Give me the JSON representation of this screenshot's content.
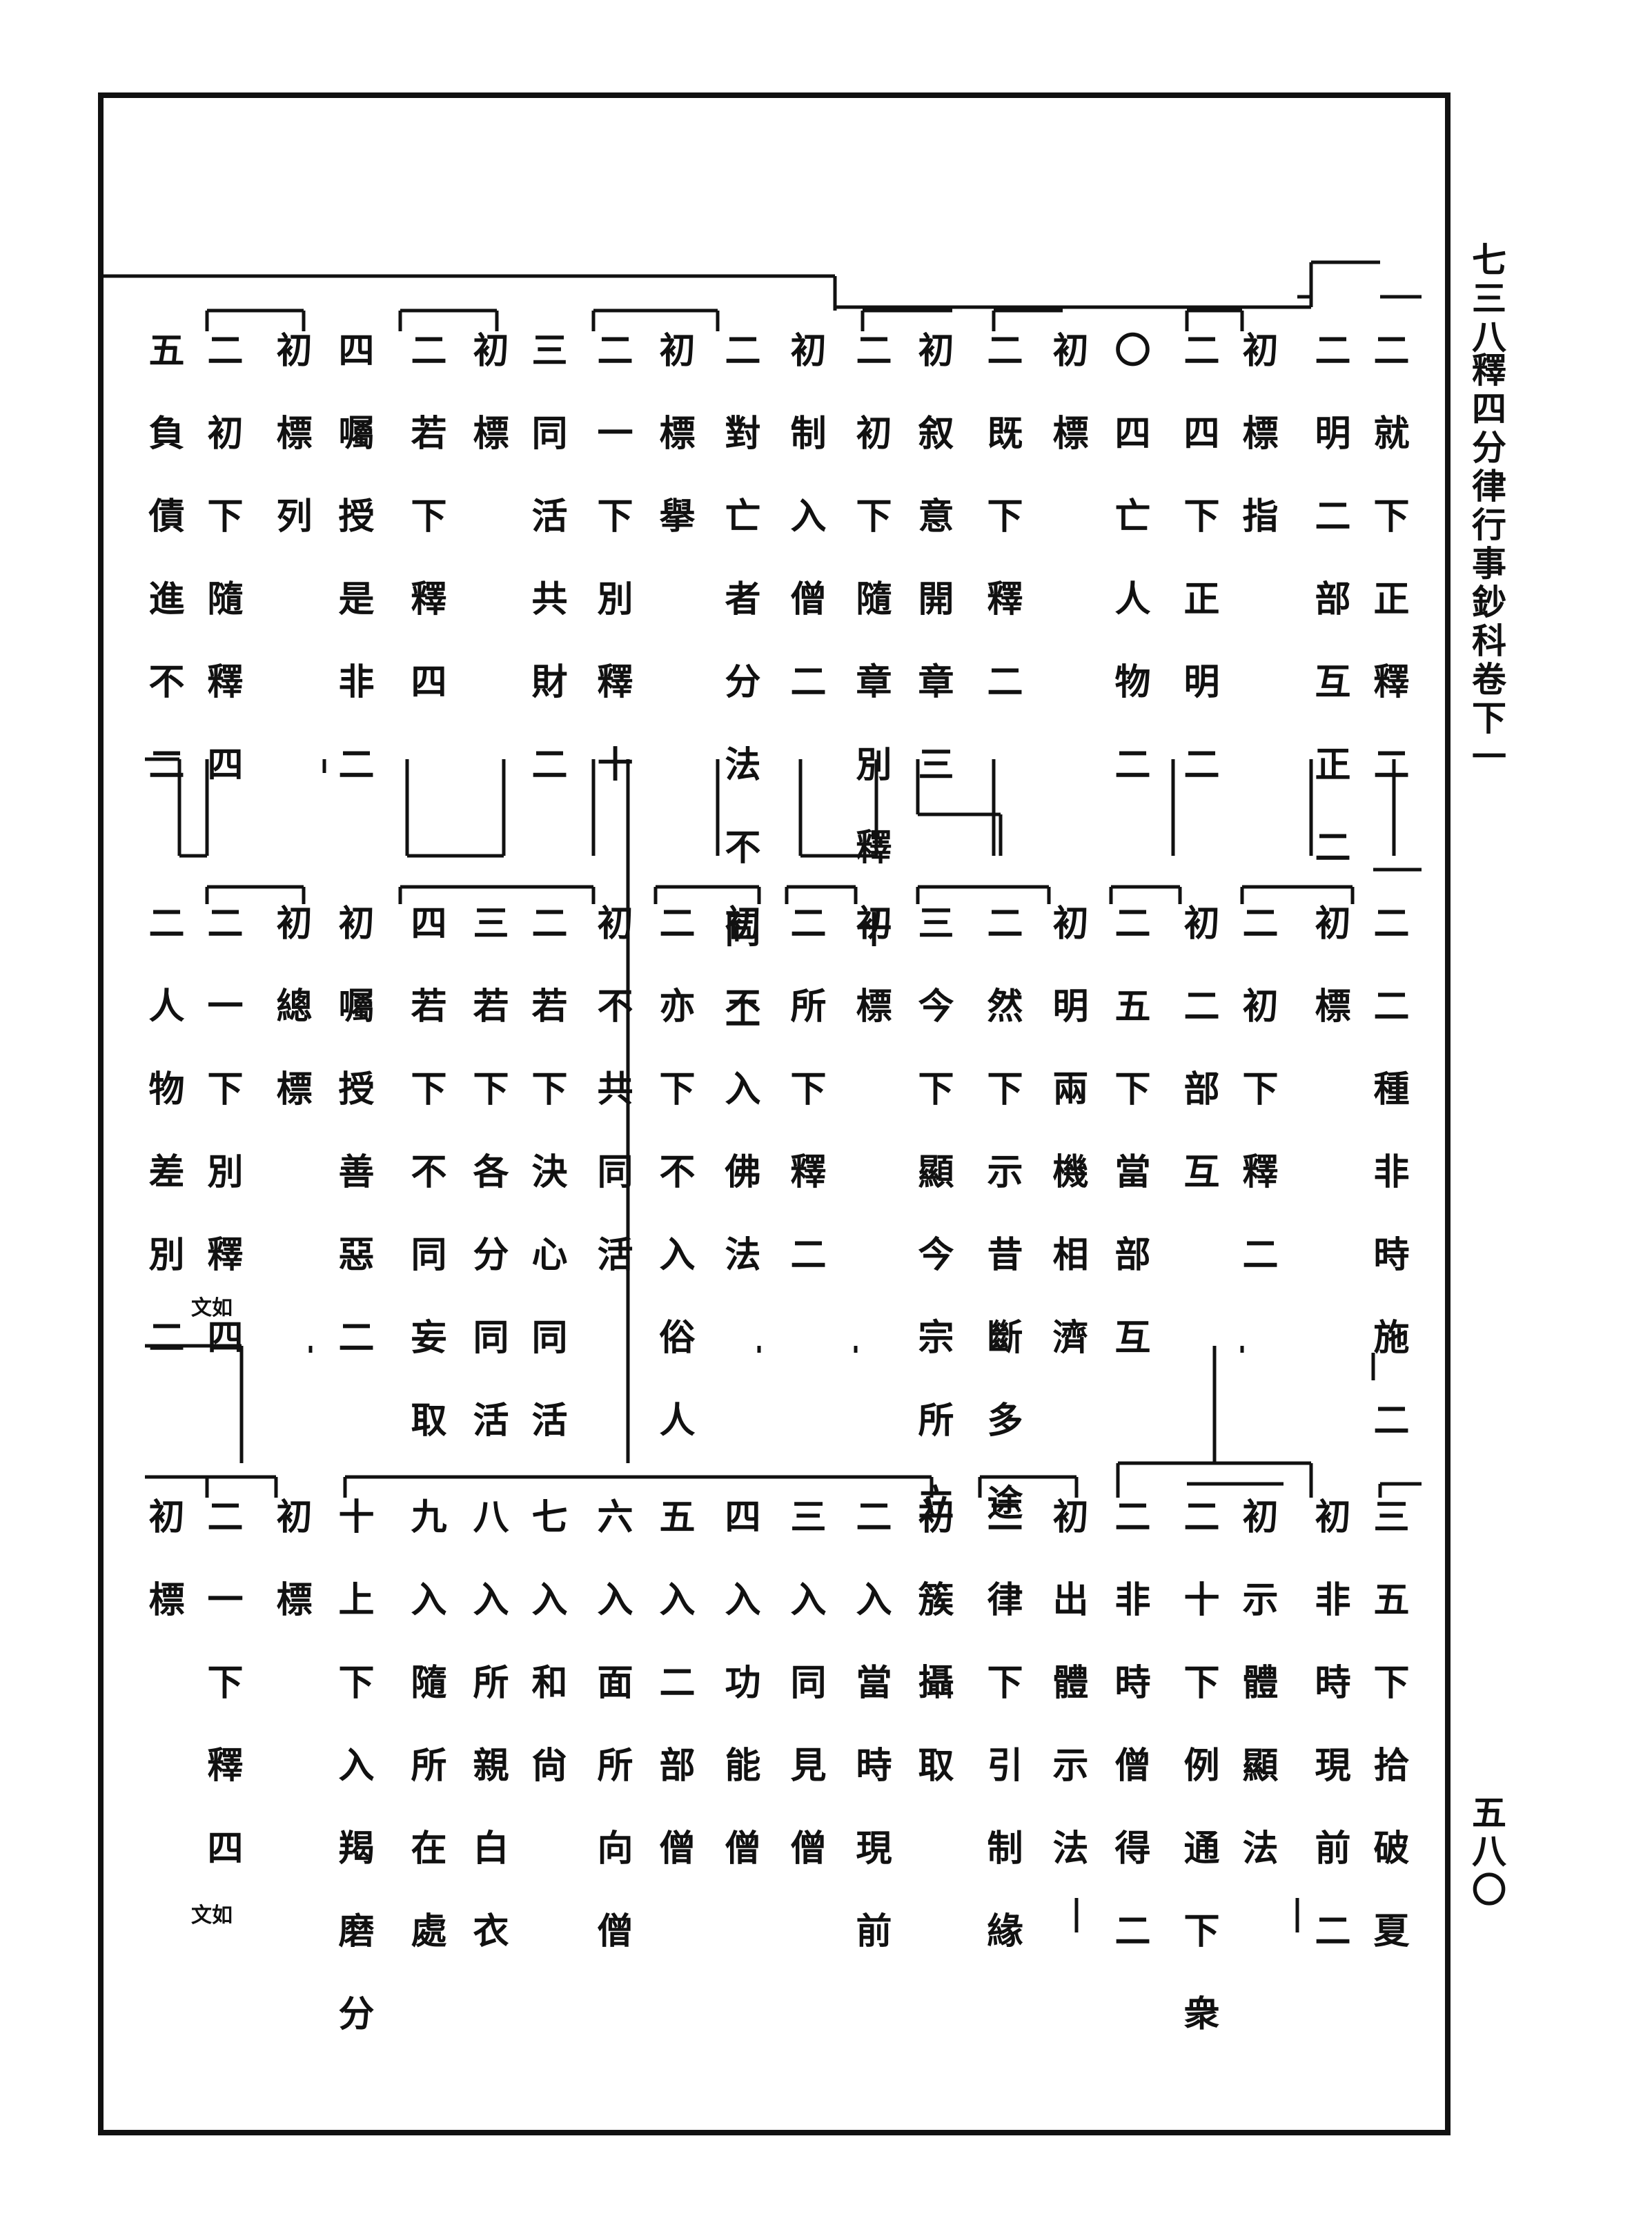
{
  "header": {
    "page_number": "七三八",
    "running_title": "釋四分律行事鈔科卷下一",
    "folio_number": "五八〇"
  },
  "bands": [
    {
      "items": [
        {
          "t": "二就下正釋二"
        },
        {
          "t": "二明二部互正二"
        },
        {
          "t": "初標指"
        },
        {
          "t": "二四下正明二"
        },
        {
          "t": "〇四亡人物二"
        },
        {
          "t": "初標"
        },
        {
          "t": "二既下釋二"
        },
        {
          "t": "初叙意開章三"
        },
        {
          "t": "二初下隨章別釋十"
        },
        {
          "t": "初制入僧二"
        },
        {
          "t": "二對亡者分法不同二"
        },
        {
          "t": "初標擧"
        },
        {
          "t": "二一下別釋十"
        },
        {
          "t": "三同活共財二"
        },
        {
          "t": "初標"
        },
        {
          "t": "二若下釋四"
        },
        {
          "t": "四囑授是非二"
        },
        {
          "t": "初標列"
        },
        {
          "t": "二初下隨釋四"
        },
        {
          "t": "五負債進不二"
        }
      ]
    },
    {
      "items": [
        {
          "t": "二二種非時施二"
        },
        {
          "t": "初標"
        },
        {
          "t": "二初下釋二"
        },
        {
          "t": "初二部互"
        },
        {
          "t": "二五下當部互"
        },
        {
          "t": "初明兩機相濟"
        },
        {
          "t": "二然下示昔斷多途"
        },
        {
          "t": "三今下顯今宗所立"
        },
        {
          "t": "初標"
        },
        {
          "t": "二所下釋二"
        },
        {
          "t": "初不入佛法"
        },
        {
          "t": "二亦下不入俗人"
        },
        {
          "t": "初不共同活"
        },
        {
          "t": "二若下決心同活"
        },
        {
          "t": "三若下各分同活"
        },
        {
          "t": "四若下不同妄取"
        },
        {
          "t": "初囑授善惡二"
        },
        {
          "t": "初總標"
        },
        {
          "t": "二一下別釋四"
        },
        {
          "t": "二人物差別二"
        }
      ],
      "notes": [
        "文如"
      ]
    },
    {
      "items": [
        {
          "t": "三五下拾破夏"
        },
        {
          "t": "初非時現前二"
        },
        {
          "t": "初示體顯法"
        },
        {
          "t": "二十下例通下衆"
        },
        {
          "t": "二非時僧得二"
        },
        {
          "t": "初出體示法"
        },
        {
          "t": "二律下引制緣"
        },
        {
          "t": "初簇攝取"
        },
        {
          "t": "二入當時現前"
        },
        {
          "t": "三入同見僧"
        },
        {
          "t": "四入功能僧"
        },
        {
          "t": "五入二部僧"
        },
        {
          "t": "六入面所向僧"
        },
        {
          "t": "七入和尙"
        },
        {
          "t": "八入所親白衣"
        },
        {
          "t": "九入隨所在處"
        },
        {
          "t": "十上下入羯磨分"
        },
        {
          "t": "初標"
        },
        {
          "t": "二一下釋四"
        },
        {
          "t": "初標"
        }
      ],
      "notes": [
        "文如"
      ]
    }
  ]
}
